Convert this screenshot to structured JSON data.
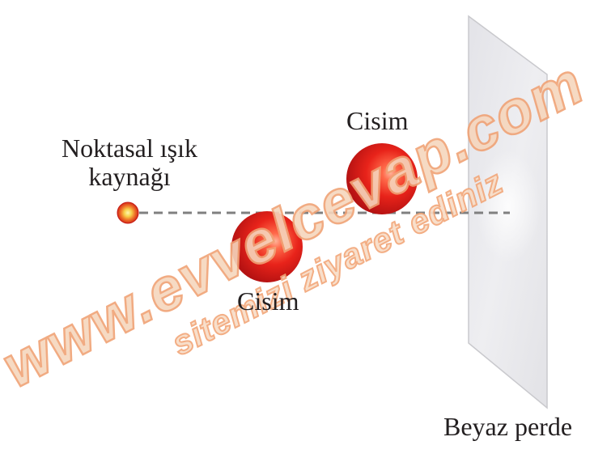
{
  "labels": {
    "source_line1": "Noktasal ışık",
    "source_line2": "kaynağı",
    "object_top": "Cisim",
    "object_bottom": "Cisim",
    "screen": "Beyaz perde"
  },
  "watermark": {
    "main": "www.evvelcevap.com",
    "sub": "sitemizi ziyaret ediniz",
    "fill_color": "#f6d0b4",
    "stroke_color": "#f2a678"
  },
  "colors": {
    "ball_highlight": "#ff8a6a",
    "ball_main": "#e8231a",
    "ball_shadow": "#b01010",
    "source_core": "#f7d04a",
    "dashed_line": "#808080",
    "screen_fill": "#e6e6ea",
    "screen_edge": "#c8c8cc",
    "text": "#231f20"
  }
}
